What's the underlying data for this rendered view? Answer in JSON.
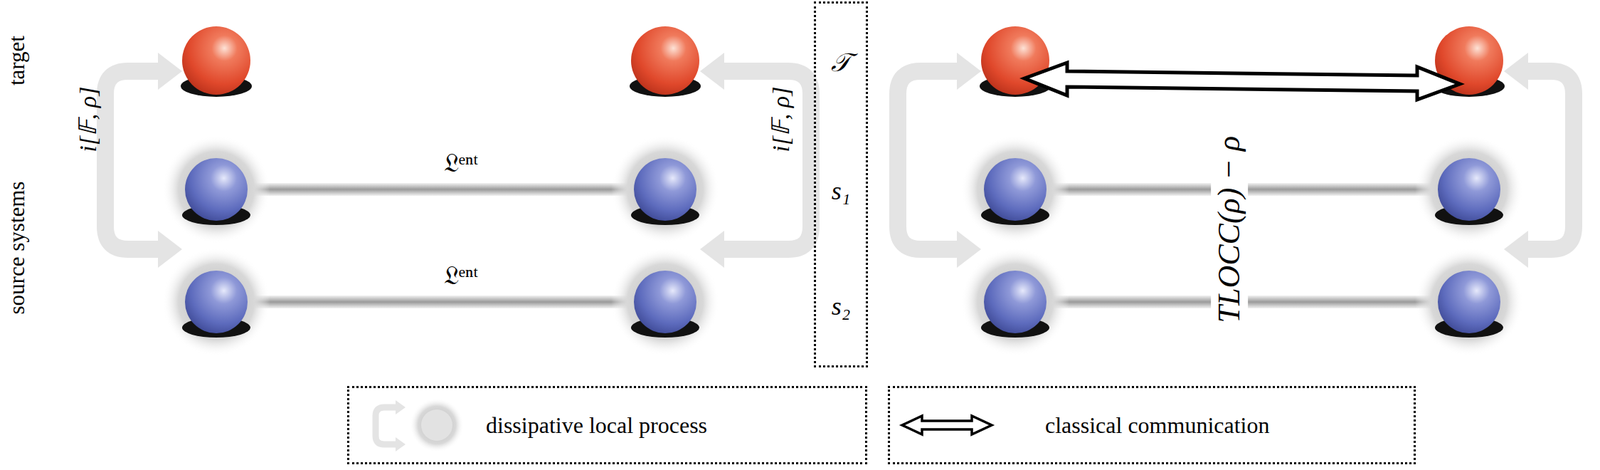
{
  "diagram": {
    "nodes": [
      {
        "text": [
          "𝒯",
          "s₁",
          "s₂"
        ]
      }
    ],
    "labels": [
      "target",
      "source systems",
      "i[𝔽, ρ]",
      "𝔏ᵉⁿᵗ",
      "i[𝔽, ρ]",
      "𝔏ᵉⁿᵗ",
      "TLOCC(ρ) − ρ"
    ],
    "legend": [
      {
        "text": "dissipative local process"
      },
      {
        "text": "classical communication"
      }
    ]
  }
}
